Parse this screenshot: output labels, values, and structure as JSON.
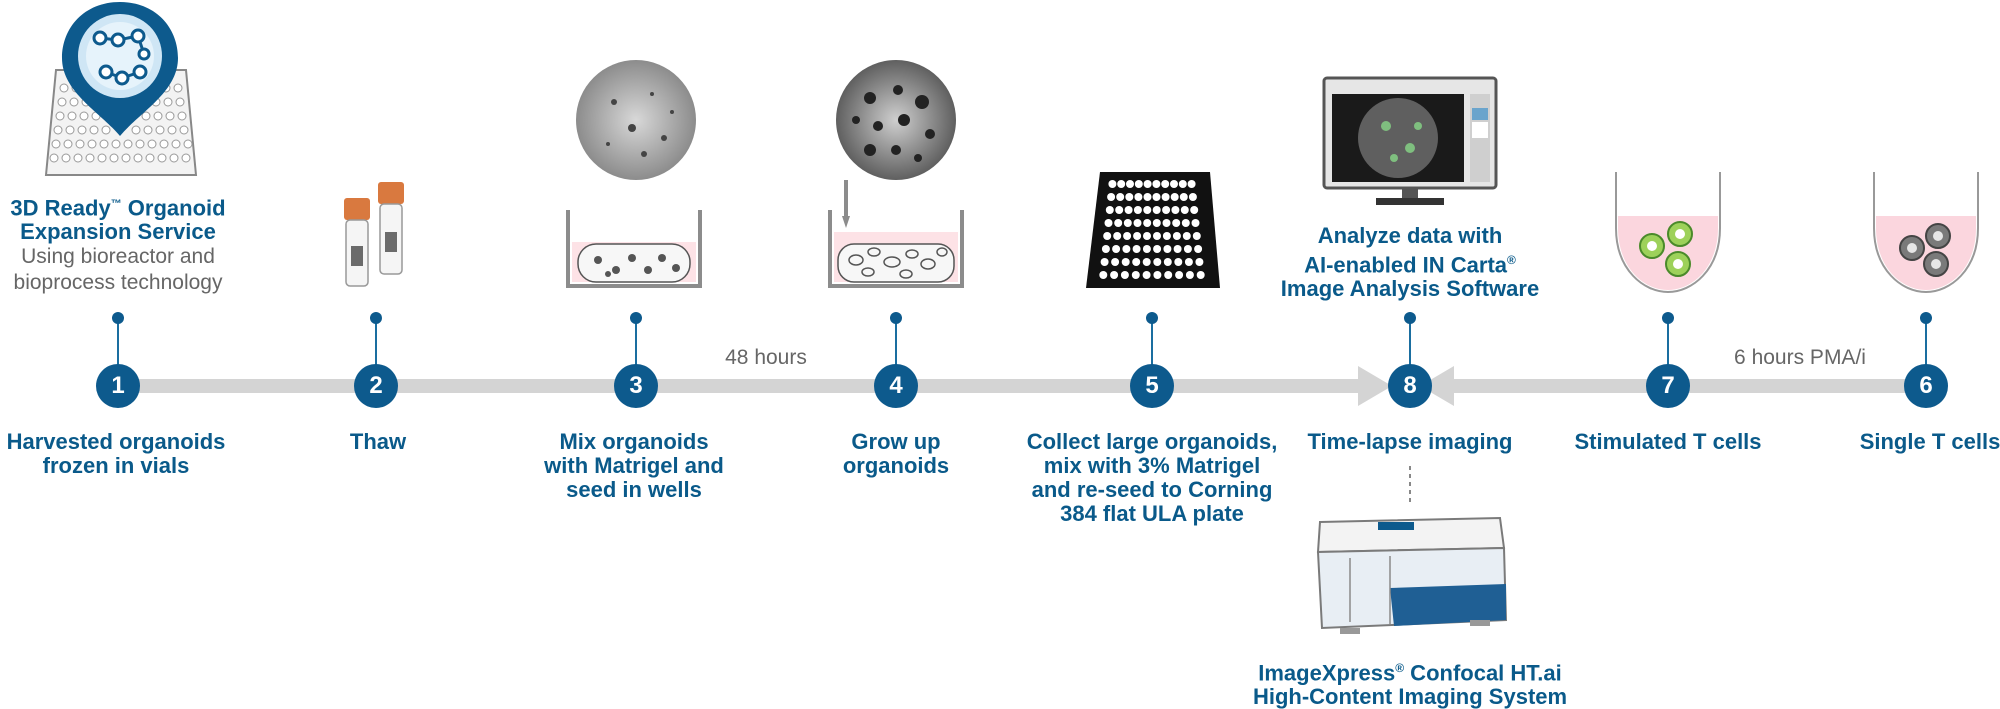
{
  "colors": {
    "brand_blue": "#0d5a8d",
    "timeline_gray": "#d4d4d4",
    "text_blue": "#0a5a8a",
    "text_gray": "#666666"
  },
  "service": {
    "title_line1": "3D Ready",
    "tm": "™",
    "title_line1b": " Organoid",
    "title_line2": "Expansion Service",
    "sub_line1": "Using bioreactor and",
    "sub_line2": "bioprocess technology"
  },
  "steps": [
    {
      "num": "1",
      "label_l1": "Harvested organoids",
      "label_l2": "frozen in vials"
    },
    {
      "num": "2",
      "label_l1": "Thaw"
    },
    {
      "num": "3",
      "label_l1": "Mix organoids",
      "label_l2": "with Matrigel and",
      "label_l3": "seed in wells"
    },
    {
      "num": "4",
      "label_l1": "Grow up",
      "label_l2": "organoids"
    },
    {
      "num": "5",
      "label_l1": "Collect large organoids,",
      "label_l2": "mix with 3% Matrigel",
      "label_l3": "and re-seed to Corning",
      "label_l4": "384 flat ULA plate"
    },
    {
      "num": "8",
      "label_l1": "Time-lapse imaging"
    },
    {
      "num": "7",
      "label_l1": "Stimulated T cells"
    },
    {
      "num": "6",
      "label_l1": "Single T cells"
    }
  ],
  "durations": {
    "d1": "48 hours",
    "d2": "6 hours PMA/i"
  },
  "software": {
    "l1": "Analyze data with",
    "l2": "AI-enabled IN Carta",
    "reg": "®",
    "l3": "Image Analysis Software"
  },
  "instrument": {
    "l1": "ImageXpress",
    "reg": "®",
    "l1b": " Confocal HT.ai",
    "l2": "High-Content Imaging System"
  }
}
